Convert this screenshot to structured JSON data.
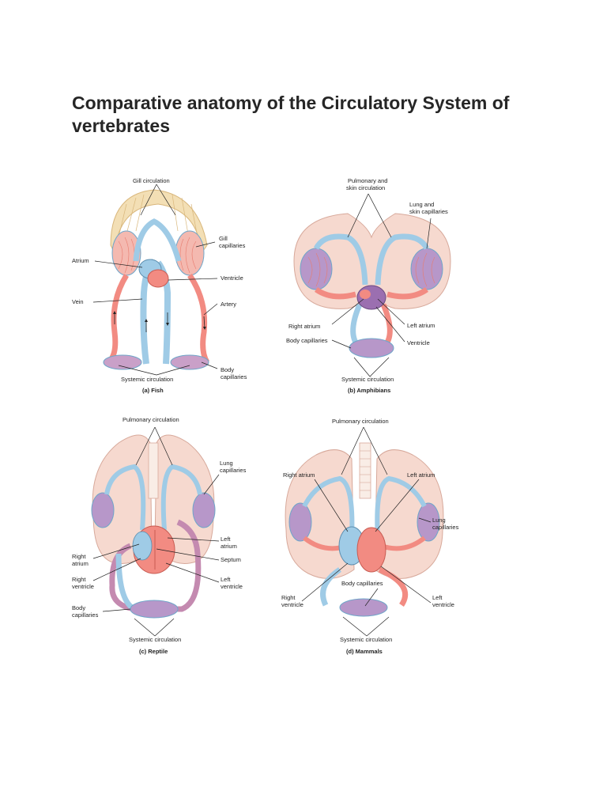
{
  "page": {
    "title": "Comparative anatomy of the Circulatory System of vertebrates"
  },
  "panels": {
    "fish": {
      "caption": "(a) Fish",
      "gill_circulation": "Gill circulation",
      "gill_capillaries_1": "Gill",
      "gill_capillaries_2": "capillaries",
      "atrium": "Atrium",
      "ventricle": "Ventricle",
      "vein": "Vein",
      "artery": "Artery",
      "body_capillaries_1": "Body",
      "body_capillaries_2": "capillaries",
      "systemic_circulation": "Systemic circulation"
    },
    "amphibians": {
      "caption": "(b) Amphibians",
      "pulmonary_1": "Pulmonary and",
      "pulmonary_2": "skin circulation",
      "lung_capillaries_1": "Lung and",
      "lung_capillaries_2": "skin capillaries",
      "right_atrium": "Right atrium",
      "left_atrium": "Left atrium",
      "body_capillaries": "Body capillaries",
      "ventricle": "Ventricle",
      "systemic_circulation": "Systemic circulation"
    },
    "reptile": {
      "caption": "(c) Reptile",
      "pulmonary_circulation": "Pulmonary circulation",
      "lung_capillaries_1": "Lung",
      "lung_capillaries_2": "capillaries",
      "left_atrium_1": "Left",
      "left_atrium_2": "atrium",
      "right_atrium_1": "Right",
      "right_atrium_2": "atrium",
      "septum": "Septum",
      "right_ventricle_1": "Right",
      "right_ventricle_2": "ventricle",
      "left_ventricle_1": "Left",
      "left_ventricle_2": "ventricle",
      "body_capillaries_1": "Body",
      "body_capillaries_2": "capillaries",
      "systemic_circulation": "Systemic circulation"
    },
    "mammals": {
      "caption": "(d) Mammals",
      "pulmonary_circulation": "Pulmonary circulation",
      "right_atrium": "Right atrium",
      "left_atrium": "Left atrium",
      "lung_capillaries_1": "Lung",
      "lung_capillaries_2": "capillaries",
      "body_capillaries": "Body capillaries",
      "right_ventricle_1": "Right",
      "right_ventricle_2": "ventricle",
      "left_ventricle_1": "Left",
      "left_ventricle_2": "ventricle",
      "systemic_circulation": "Systemic circulation"
    }
  },
  "colors": {
    "oxygenated": "#f28b82",
    "deoxygenated": "#9fcbe6",
    "mixed": "#9b6fb0",
    "tissue": "#f6d9cf",
    "gill": "#f3dfb5"
  }
}
